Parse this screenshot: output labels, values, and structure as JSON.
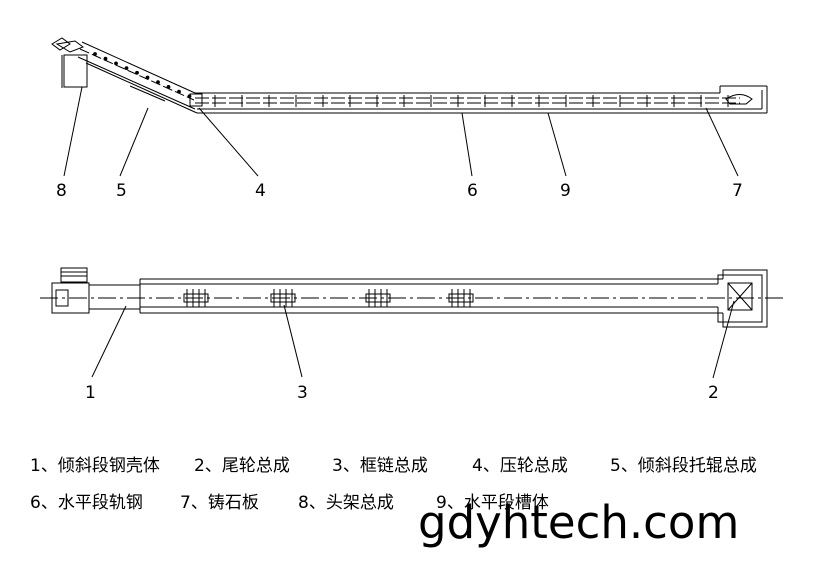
{
  "callouts_top": [
    "8",
    "5",
    "4",
    "6",
    "9",
    "7"
  ],
  "callouts_bottom": [
    "1",
    "3",
    "2"
  ],
  "legend": {
    "row1": [
      "1、倾斜段钢壳体",
      "2、尾轮总成",
      "3、框链总成",
      "4、压轮总成",
      "5、倾斜段托辊总成"
    ],
    "row2": [
      "6、水平段轨钢",
      "7、铸石板",
      "8、头架总成",
      "9、水平段槽体"
    ]
  },
  "watermark": "gdyhtech.com"
}
